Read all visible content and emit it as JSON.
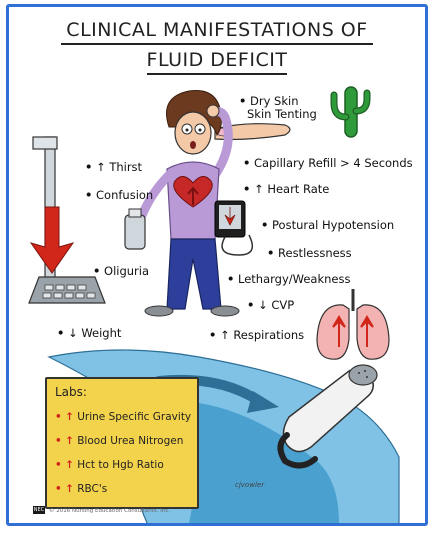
{
  "title": {
    "line1": "CLINICAL MANIFESTATIONS OF",
    "line2": "FLUID DEFICIT"
  },
  "labels": {
    "dry_skin": "Dry Skin",
    "skin_tenting": "Skin Tenting",
    "thirst": "Thirst",
    "confusion": "Confusion",
    "capillary_refill": "Capillary Refill > 4 Seconds",
    "heart_rate": "Heart Rate",
    "postural_hypotension": "Postural Hypotension",
    "restlessness": "Restlessness",
    "oliguria": "Oliguria",
    "lethargy": "Lethargy/Weakness",
    "cvp": "CVP",
    "weight": "Weight",
    "respirations": "Respirations"
  },
  "labs": {
    "title": "Labs:",
    "items": [
      "Urine Specific Gravity",
      "Blood Urea Nitrogen",
      "Hct to Hgb Ratio",
      "RBC's"
    ]
  },
  "signature": "cjvowler",
  "copyright": "© 2016 Nursing Education Consultants, Inc.",
  "logo_text": "NEC",
  "symbols": {
    "bullet": "•",
    "up": "↑",
    "down": "↓"
  },
  "colors": {
    "frame": "#2f6fd6",
    "arrow_red": "#d1271a",
    "labs_box": "#f4d34c",
    "cactus": "#2f9a3a",
    "wave": "#4aa1cf"
  }
}
